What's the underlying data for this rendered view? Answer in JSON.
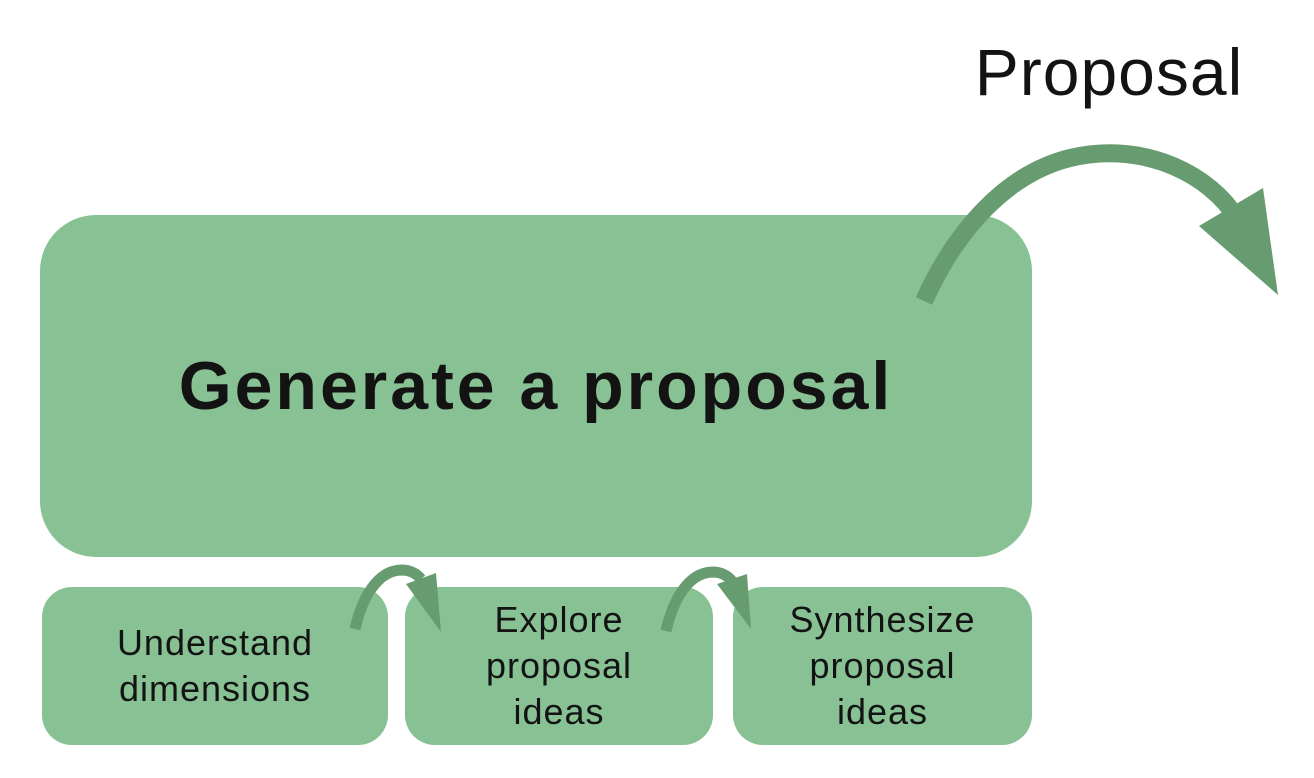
{
  "labels": {
    "proposal": "Proposal"
  },
  "main_step": {
    "label": "Generate a proposal"
  },
  "sub_steps": [
    {
      "label": "Understand dimensions"
    },
    {
      "label": "Explore proposal ideas"
    },
    {
      "label": "Synthesize proposal ideas"
    }
  ],
  "icons": [
    "proposal-output-arrow-icon",
    "substep-flow-arrow-icon",
    "substep-flow-arrow-icon"
  ],
  "colors": {
    "background": "#ffffff",
    "box_fill": "#88c294",
    "arrow": "#679c70",
    "text": "#131313"
  }
}
